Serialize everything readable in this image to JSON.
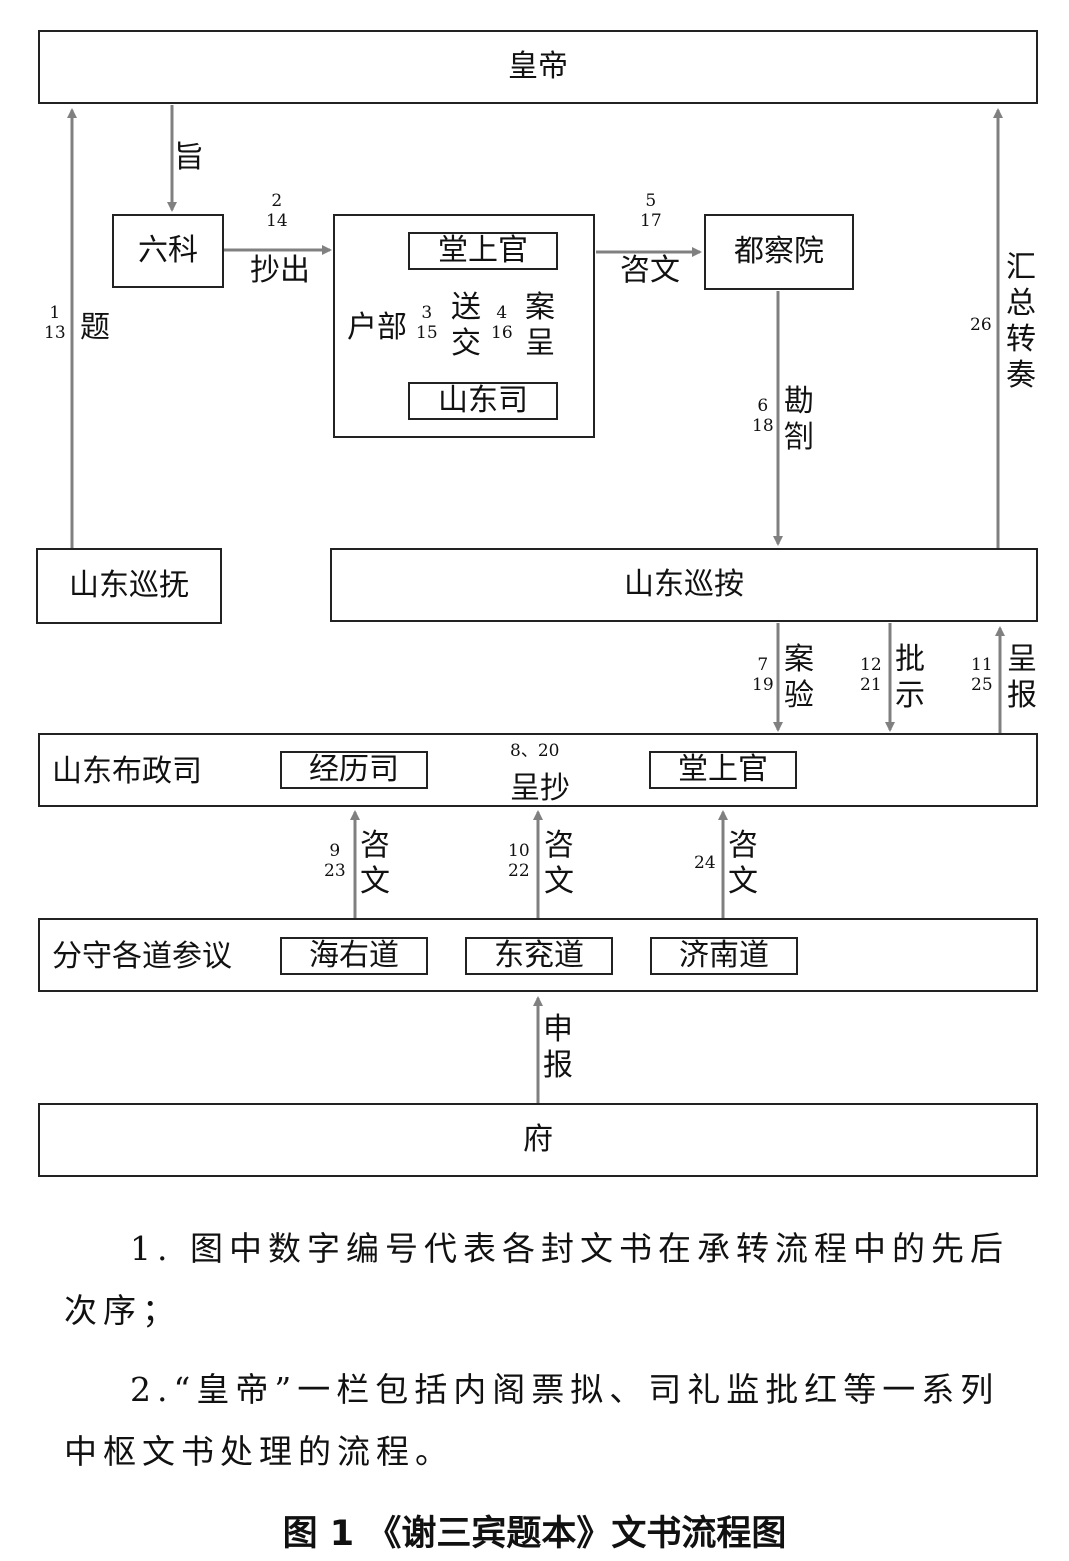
{
  "nodes": {
    "emperor": "皇帝",
    "liuke": "六科",
    "hubu": "户部",
    "tangshangguan_hubu": "堂上官",
    "shandongsi": "山东司",
    "duchayuan": "都察院",
    "xunfu": "山东巡抚",
    "xunan": "山东巡按",
    "buzhengsi": "山东布政司",
    "jinglisi": "经历司",
    "tangshangguan_bzs": "堂上官",
    "daoyi": "分守各道参议",
    "haiyou": "海右道",
    "dongyan": "东兖道",
    "jinan": "济南道",
    "fu": "府"
  },
  "edges": {
    "zhi": {
      "label": "旨",
      "num": ""
    },
    "ti": {
      "label": "题",
      "num": "1\n13"
    },
    "chaochu": {
      "label": "抄出",
      "num": "2\n14"
    },
    "zijiao": {
      "label": "送交",
      "num": "3\n15"
    },
    "ancheng": {
      "label": "案呈",
      "num": "4\n16"
    },
    "ziwen_dcy": {
      "label": "咨文",
      "num": "5\n17"
    },
    "kanzha": {
      "label": "勘劄",
      "num": "6\n18"
    },
    "huizong": {
      "label": "汇总转奏",
      "num": "26"
    },
    "anyan": {
      "label": "案验",
      "num": "7\n19"
    },
    "pishi": {
      "label": "批示",
      "num": "12\n21"
    },
    "chengbao": {
      "label": "呈报",
      "num": "11\n25"
    },
    "chengchao": {
      "label": "呈抄",
      "num": "8、20"
    },
    "ziwen_haiyou": {
      "label": "咨文",
      "num": "9\n23"
    },
    "ziwen_dongyan": {
      "label": "咨文",
      "num": "10\n22"
    },
    "ziwen_jinan": {
      "label": "咨文",
      "num": "24"
    },
    "shenbao": {
      "label": "申报",
      "num": ""
    }
  },
  "notes": [
    "1. 图中数字编号代表各封文书在承转流程中的先后次序；",
    "2.“皇帝”一栏包括内阁票拟、司礼监批红等一系列中枢文书处理的流程。"
  ],
  "caption": "图 1 《谢三宾题本》文书流程图",
  "colors": {
    "arrow": "#808080",
    "border": "#222222"
  }
}
